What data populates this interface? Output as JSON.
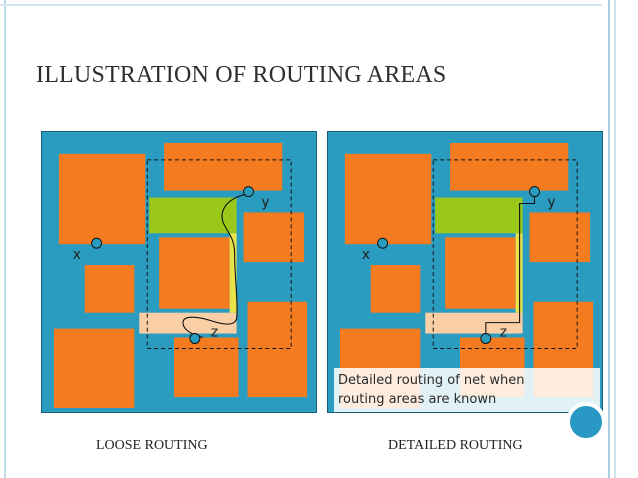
{
  "title": "ILLUSTRATION OF ROUTING AREAS",
  "captions": {
    "loose": "LOOSE ROUTING",
    "detailed": "DETAILED ROUTING"
  },
  "pins": {
    "x": "x",
    "y": "y",
    "z": "z"
  },
  "note": {
    "line1": "Detailed routing of net when",
    "line2": "routing areas are known"
  },
  "colors": {
    "background_teal": "#2a9cc0",
    "block_orange": "#f47b20",
    "channel_green": "#99c81a",
    "channel_peach": "#fbcfa6",
    "route_yellow": "#e8e34a",
    "route_line": "#111111",
    "accent_blue": "#2a98c4",
    "frame_rule": "#a9cfe2"
  }
}
